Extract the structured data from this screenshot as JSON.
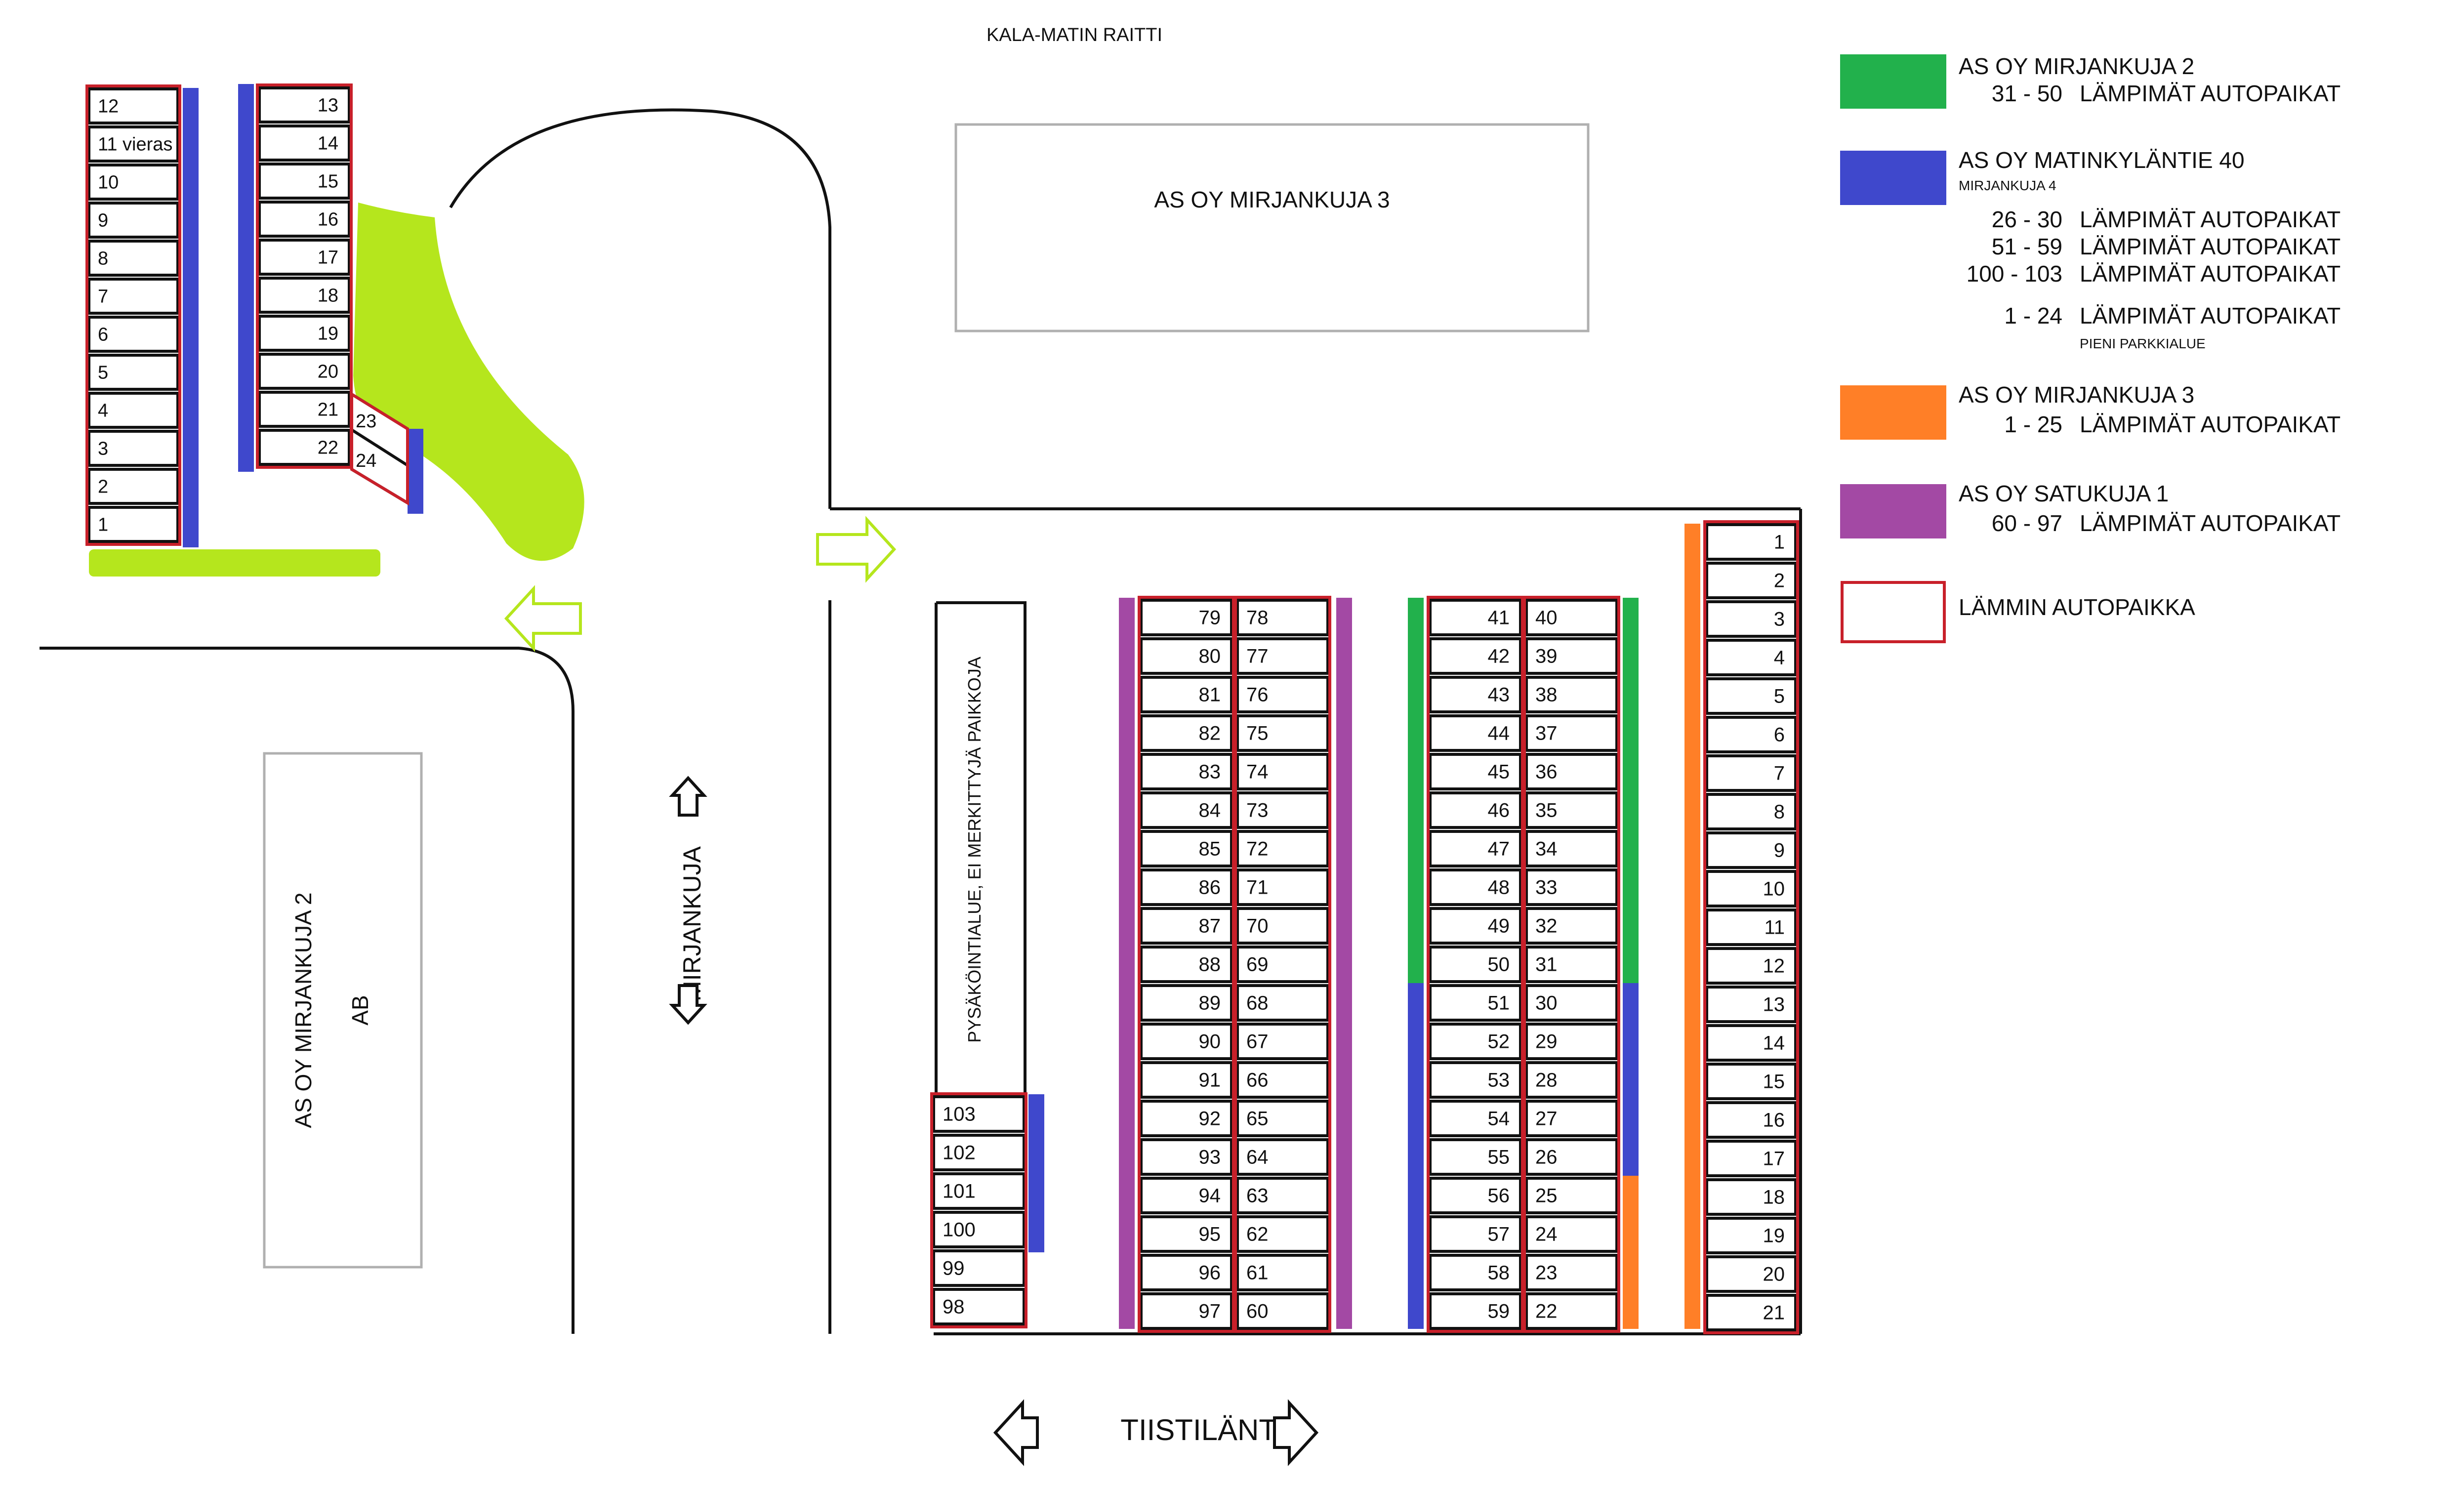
{
  "street_top": "KALA-MATIN RAITTI",
  "street_bottom": "TIISTILÄNTIE",
  "street_middle": "MIRJANKUJA",
  "buildings": {
    "mirjankuja3": "AS OY MIRJANKUJA 3",
    "mirjankuja2_line1": "AS OY MIRJANKUJA 2",
    "mirjankuja2_line2": "AB"
  },
  "parking_area_label": "PYSÄKÖINTIALUE, EI MERKITTYJÄ PAIKKOJA",
  "colors": {
    "green": "#22b14c",
    "blue": "#3f48cc",
    "orange": "#ff7f27",
    "purple": "#a349a4",
    "lime": "#b5e61d",
    "red_outline": "#c8202a"
  },
  "legend": [
    {
      "color": "green",
      "title": "AS OY MIRJANKUJA 2",
      "lines": [
        {
          "range": "31 - 50",
          "text": "LÄMPIMÄT AUTOPAIKAT"
        }
      ]
    },
    {
      "color": "blue",
      "title": "AS OY MATINKYLÄNTIE 40",
      "subtitle": "MIRJANKUJA 4",
      "lines": [
        {
          "range": "26 - 30",
          "text": "LÄMPIMÄT AUTOPAIKAT"
        },
        {
          "range": "51 - 59",
          "text": "LÄMPIMÄT AUTOPAIKAT"
        },
        {
          "range": "100 - 103",
          "text": "LÄMPIMÄT AUTOPAIKAT"
        },
        {
          "range": "1 - 24",
          "text": "LÄMPIMÄT AUTOPAIKAT",
          "note": "PIENI PARKKIALUE"
        }
      ]
    },
    {
      "color": "orange",
      "title": "AS OY MIRJANKUJA 3",
      "lines": [
        {
          "range": "1 - 25",
          "text": "LÄMPIMÄT AUTOPAIKAT"
        }
      ]
    },
    {
      "color": "purple",
      "title": "AS OY SATUKUJA 1",
      "lines": [
        {
          "range": "60 - 97",
          "text": "LÄMPIMÄT AUTOPAIKAT"
        }
      ]
    },
    {
      "color": "outline",
      "title": "LÄMMIN AUTOPAIKKA"
    }
  ],
  "small_lot": {
    "col_a": [
      "12",
      "11 vieras",
      "10",
      "9",
      "8",
      "7",
      "6",
      "5",
      "4",
      "3",
      "2",
      "1"
    ],
    "col_b": [
      "13",
      "14",
      "15",
      "16",
      "17",
      "18",
      "19",
      "20",
      "21",
      "22"
    ],
    "diagonal": [
      "23",
      "24"
    ]
  },
  "big_lot": {
    "col_98_103": [
      "103",
      "102",
      "101",
      "100",
      "99",
      "98"
    ],
    "col_79_97": [
      "79",
      "80",
      "81",
      "82",
      "83",
      "84",
      "85",
      "86",
      "87",
      "88",
      "89",
      "90",
      "91",
      "92",
      "93",
      "94",
      "95",
      "96",
      "97"
    ],
    "col_60_78": [
      "78",
      "77",
      "76",
      "75",
      "74",
      "73",
      "72",
      "71",
      "70",
      "69",
      "68",
      "67",
      "66",
      "65",
      "64",
      "63",
      "62",
      "61",
      "60"
    ],
    "col_41_59": [
      "41",
      "42",
      "43",
      "44",
      "45",
      "46",
      "47",
      "48",
      "49",
      "50",
      "51",
      "52",
      "53",
      "54",
      "55",
      "56",
      "57",
      "58",
      "59"
    ],
    "col_22_40": [
      "40",
      "39",
      "38",
      "37",
      "36",
      "35",
      "34",
      "33",
      "32",
      "31",
      "30",
      "29",
      "28",
      "27",
      "26",
      "25",
      "24",
      "23",
      "22"
    ],
    "col_1_21": [
      "1",
      "2",
      "3",
      "4",
      "5",
      "6",
      "7",
      "8",
      "9",
      "10",
      "11",
      "12",
      "13",
      "14",
      "15",
      "16",
      "17",
      "18",
      "19",
      "20",
      "21"
    ]
  }
}
